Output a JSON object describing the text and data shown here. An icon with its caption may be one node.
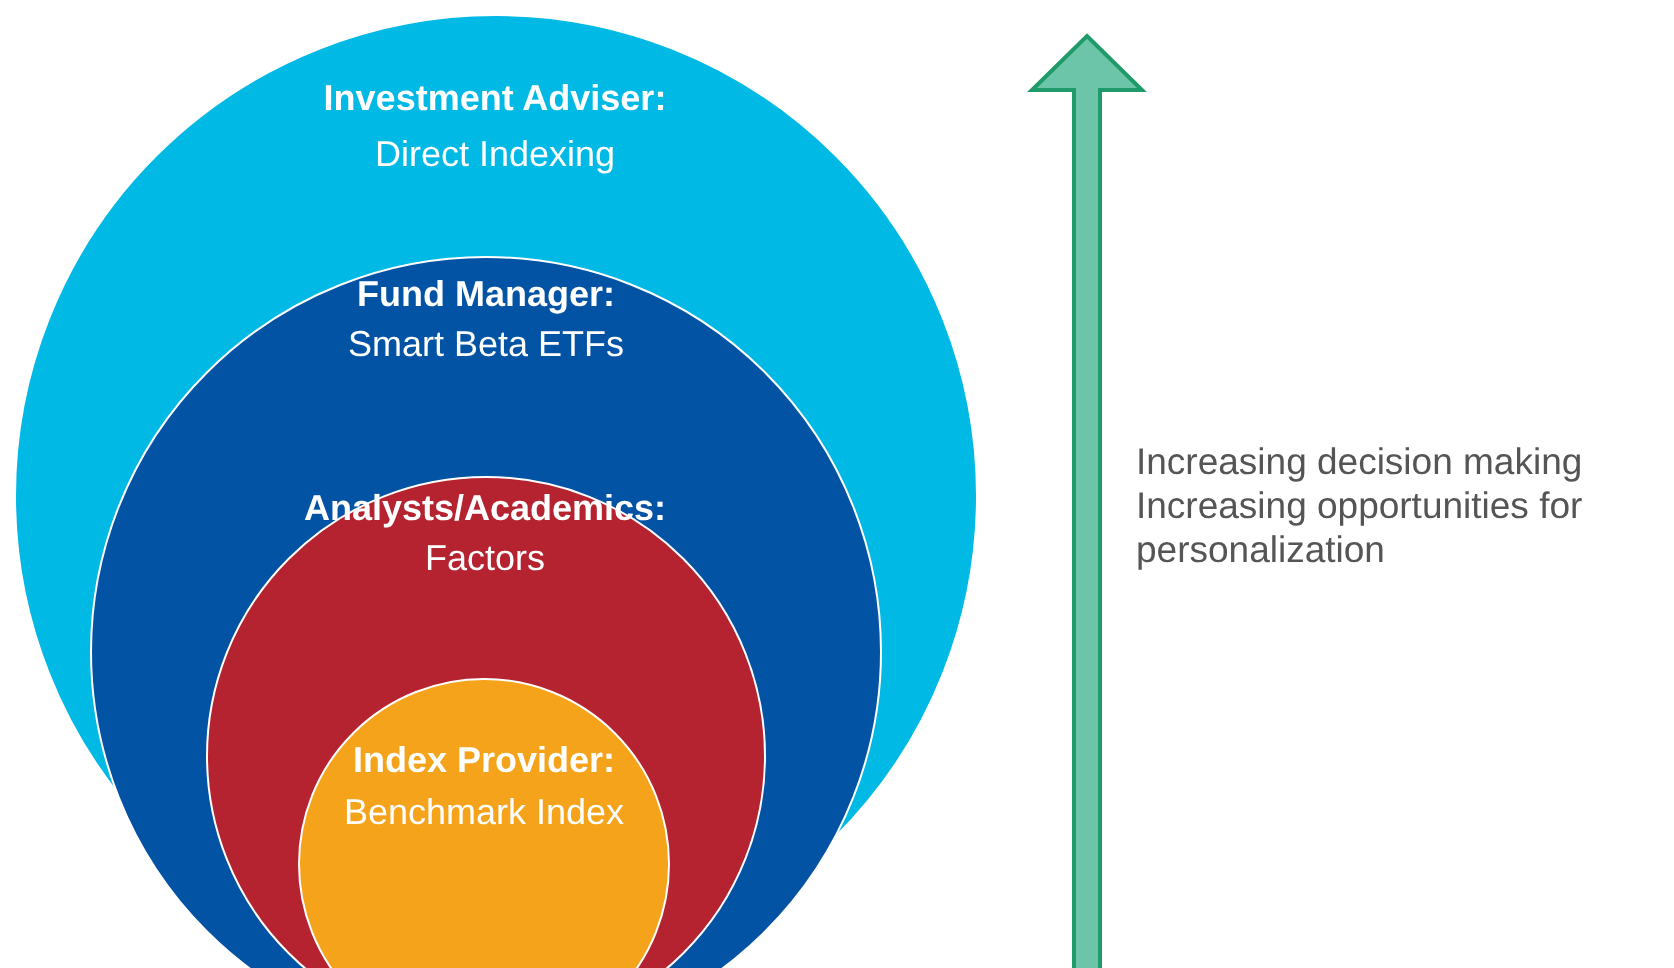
{
  "diagram": {
    "nodes": [
      {
        "text": [
          "Investment Adviser:",
          "Direct Indexing"
        ]
      },
      {
        "text": [
          "Fund Manager:",
          "Smart Beta ETFs"
        ],
        "in": 0
      },
      {
        "text": [
          "Analysts/Academics:",
          "Factors"
        ],
        "in": 1
      },
      {
        "text": [
          "Index Provider:",
          "Benchmark Index"
        ],
        "in": 2
      }
    ],
    "labels": [
      "Increasing decision making",
      "Increasing opportunities for personalization"
    ]
  }
}
